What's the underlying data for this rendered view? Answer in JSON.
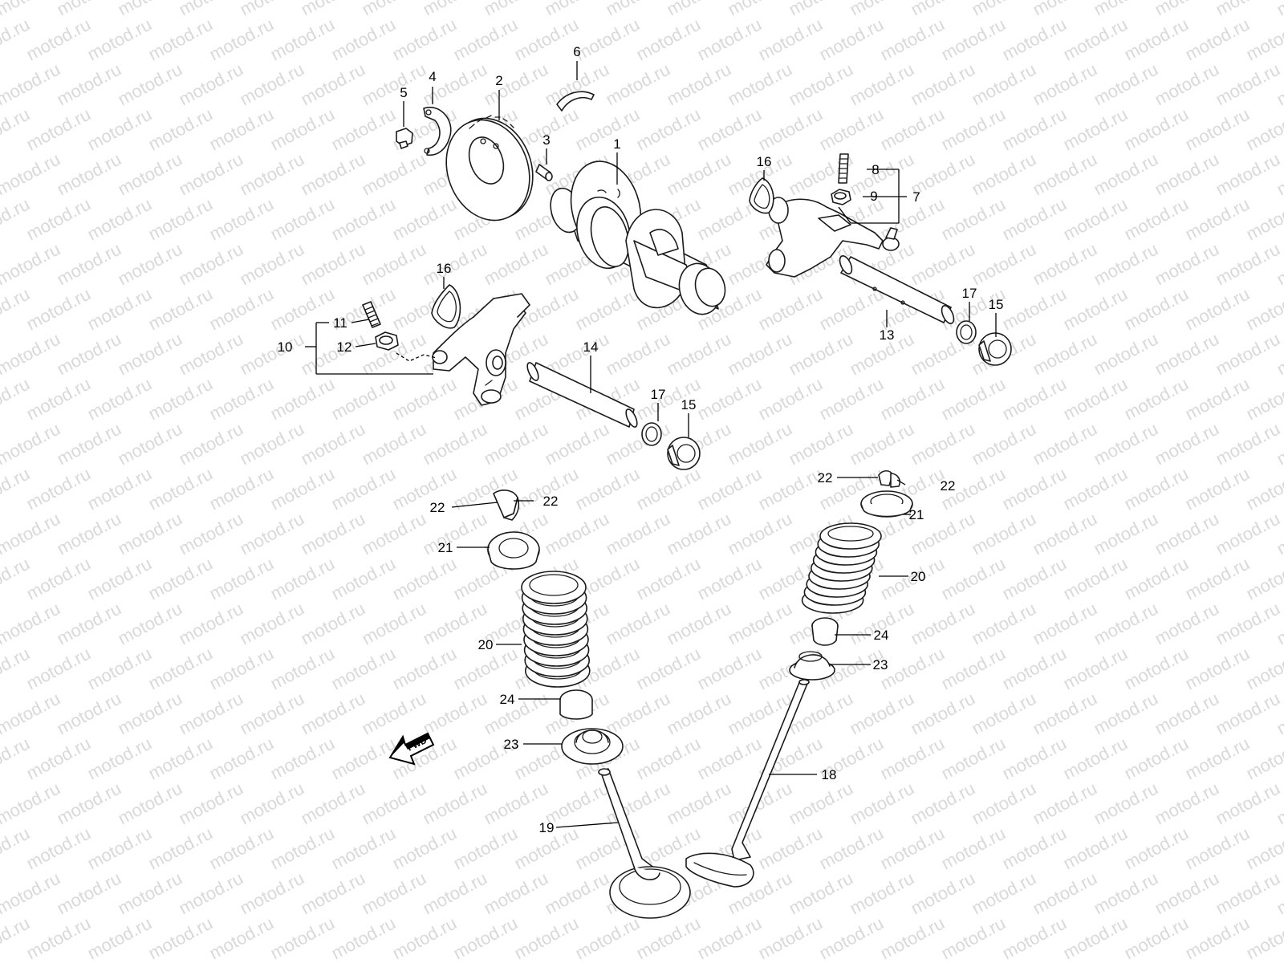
{
  "watermark": "motod.ru",
  "fwd_label": "FWD",
  "callouts": {
    "c1": "1",
    "c2": "2",
    "c3": "3",
    "c4": "4",
    "c5": "5",
    "c6": "6",
    "c7": "7",
    "c8": "8",
    "c9": "9",
    "c10": "10",
    "c11": "11",
    "c12": "12",
    "c13": "13",
    "c14": "14",
    "c15a": "15",
    "c15b": "15",
    "c16a": "16",
    "c16b": "16",
    "c17a": "17",
    "c17b": "17",
    "c18": "18",
    "c19": "19",
    "c20a": "20",
    "c20b": "20",
    "c21a": "21",
    "c21b": "21",
    "c22a": "22",
    "c22b": "22",
    "c22c": "22",
    "c22d": "22",
    "c23a": "23",
    "c23b": "23",
    "c24a": "24",
    "c24b": "24"
  }
}
